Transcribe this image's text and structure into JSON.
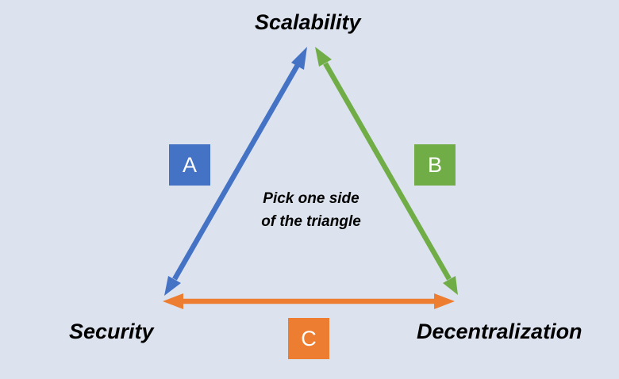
{
  "vertices": {
    "top": "Scalability",
    "left": "Security",
    "right": "Decentralization"
  },
  "center_note": {
    "line1": "Pick one side",
    "line2": "of the triangle"
  },
  "sides": [
    {
      "label": "A",
      "color": "#4472c4"
    },
    {
      "label": "B",
      "color": "#70ad47"
    },
    {
      "label": "C",
      "color": "#ed7d31"
    }
  ]
}
